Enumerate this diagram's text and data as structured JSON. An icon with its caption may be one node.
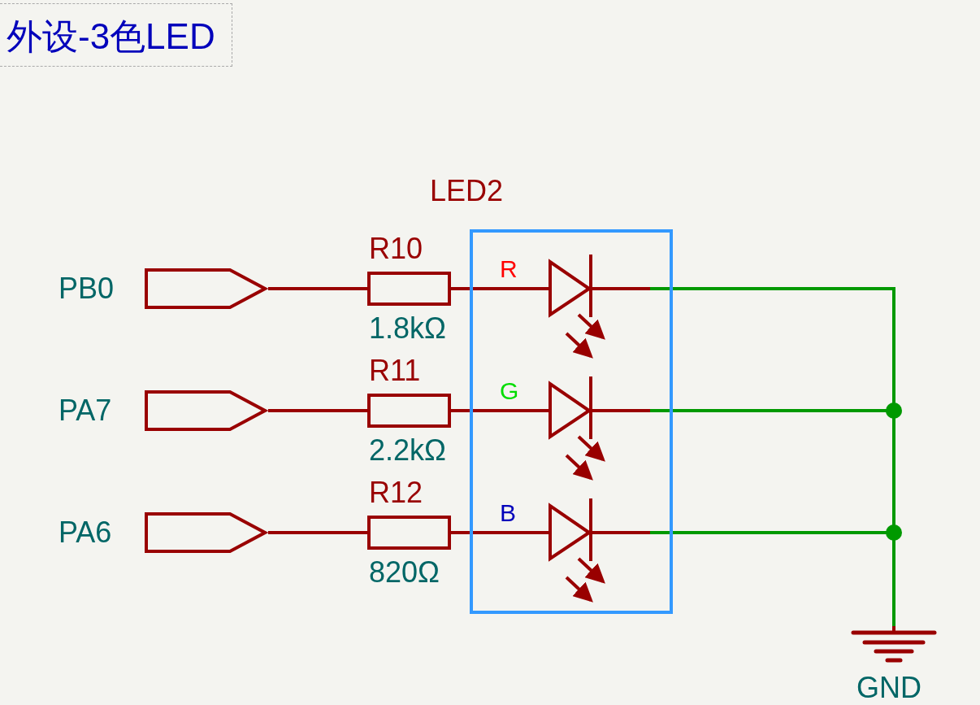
{
  "diagram": {
    "title": "外设-3色LED",
    "nodes": [
      {
        "text": [
          "PB0"
        ]
      },
      {
        "text": [
          "PA7"
        ]
      },
      {
        "text": [
          "PA6"
        ]
      },
      {
        "text": [
          "R10",
          "1.8kΩ"
        ]
      },
      {
        "text": [
          "R11",
          "2.2kΩ"
        ]
      },
      {
        "text": [
          "R12",
          "820Ω"
        ]
      },
      {
        "text": [
          "LED2"
        ]
      },
      {
        "text": [
          "R"
        ],
        "in": 6
      },
      {
        "text": [
          "G"
        ],
        "in": 6
      },
      {
        "text": [
          "B"
        ],
        "in": 6
      },
      {
        "text": [
          "GND"
        ]
      }
    ],
    "edges": [
      {
        "from": 0,
        "to": 3,
        "arrow": "none"
      },
      {
        "from": 1,
        "to": 4,
        "arrow": "none"
      },
      {
        "from": 2,
        "to": 5,
        "arrow": "none"
      },
      {
        "from": 3,
        "to": 7,
        "arrow": "none"
      },
      {
        "from": 4,
        "to": 8,
        "arrow": "none"
      },
      {
        "from": 5,
        "to": 9,
        "arrow": "none"
      },
      {
        "from": 7,
        "to": 10,
        "arrow": "none",
        "color": "#009900"
      },
      {
        "from": 8,
        "to": 10,
        "arrow": "none",
        "color": "#009900"
      },
      {
        "from": 9,
        "to": 10,
        "arrow": "none",
        "color": "#009900"
      }
    ]
  }
}
